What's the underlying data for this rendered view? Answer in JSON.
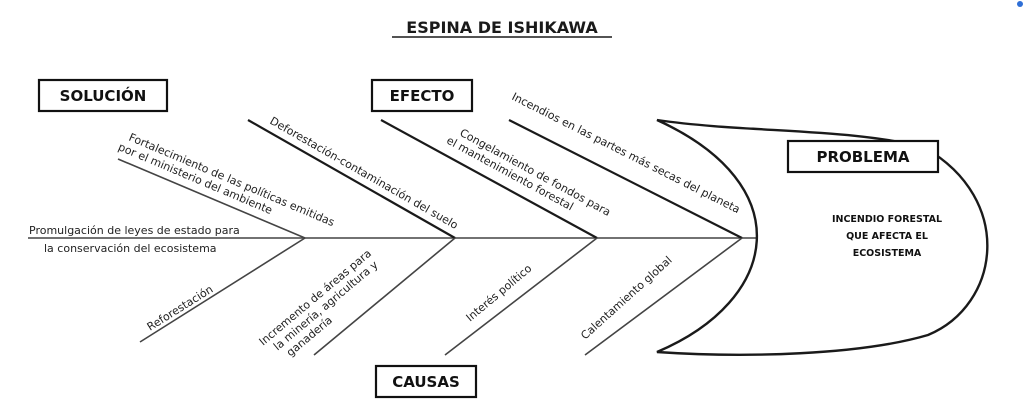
{
  "title": "ESPINA DE ISHIKAWA",
  "boxes": {
    "solucion": "SOLUCIÓN",
    "efecto": "EFECTO",
    "problema": "PROBLEMA",
    "causas": "CAUSAS"
  },
  "head_text": [
    "INCENDIO FORESTAL",
    "QUE AFECTA EL",
    "ECOSISTEMA"
  ],
  "spine_text": [
    "Promulgación de leyes de estado para",
    "la conservación del ecosistema"
  ],
  "upper_bones": {
    "b1": [
      "Fortalecimiento de las políticas emitidas",
      "por el ministerio del ambiente"
    ],
    "b2": [
      "Deforestación-contaminación del suelo"
    ],
    "b3": [
      "Congelamiento de fondos para",
      "el mantenimiento forestal"
    ],
    "b4": [
      "Incendios en las partes más secas del planeta"
    ]
  },
  "lower_bones": {
    "b1": [
      "Reforestación"
    ],
    "b2": [
      "Incremento de áreas para",
      "la minería, agricultura y",
      "ganadería"
    ],
    "b3": [
      "Interés político"
    ],
    "b4": [
      "Calentamiento global"
    ]
  },
  "colors": {
    "line": "#444444",
    "text": "#111111"
  }
}
